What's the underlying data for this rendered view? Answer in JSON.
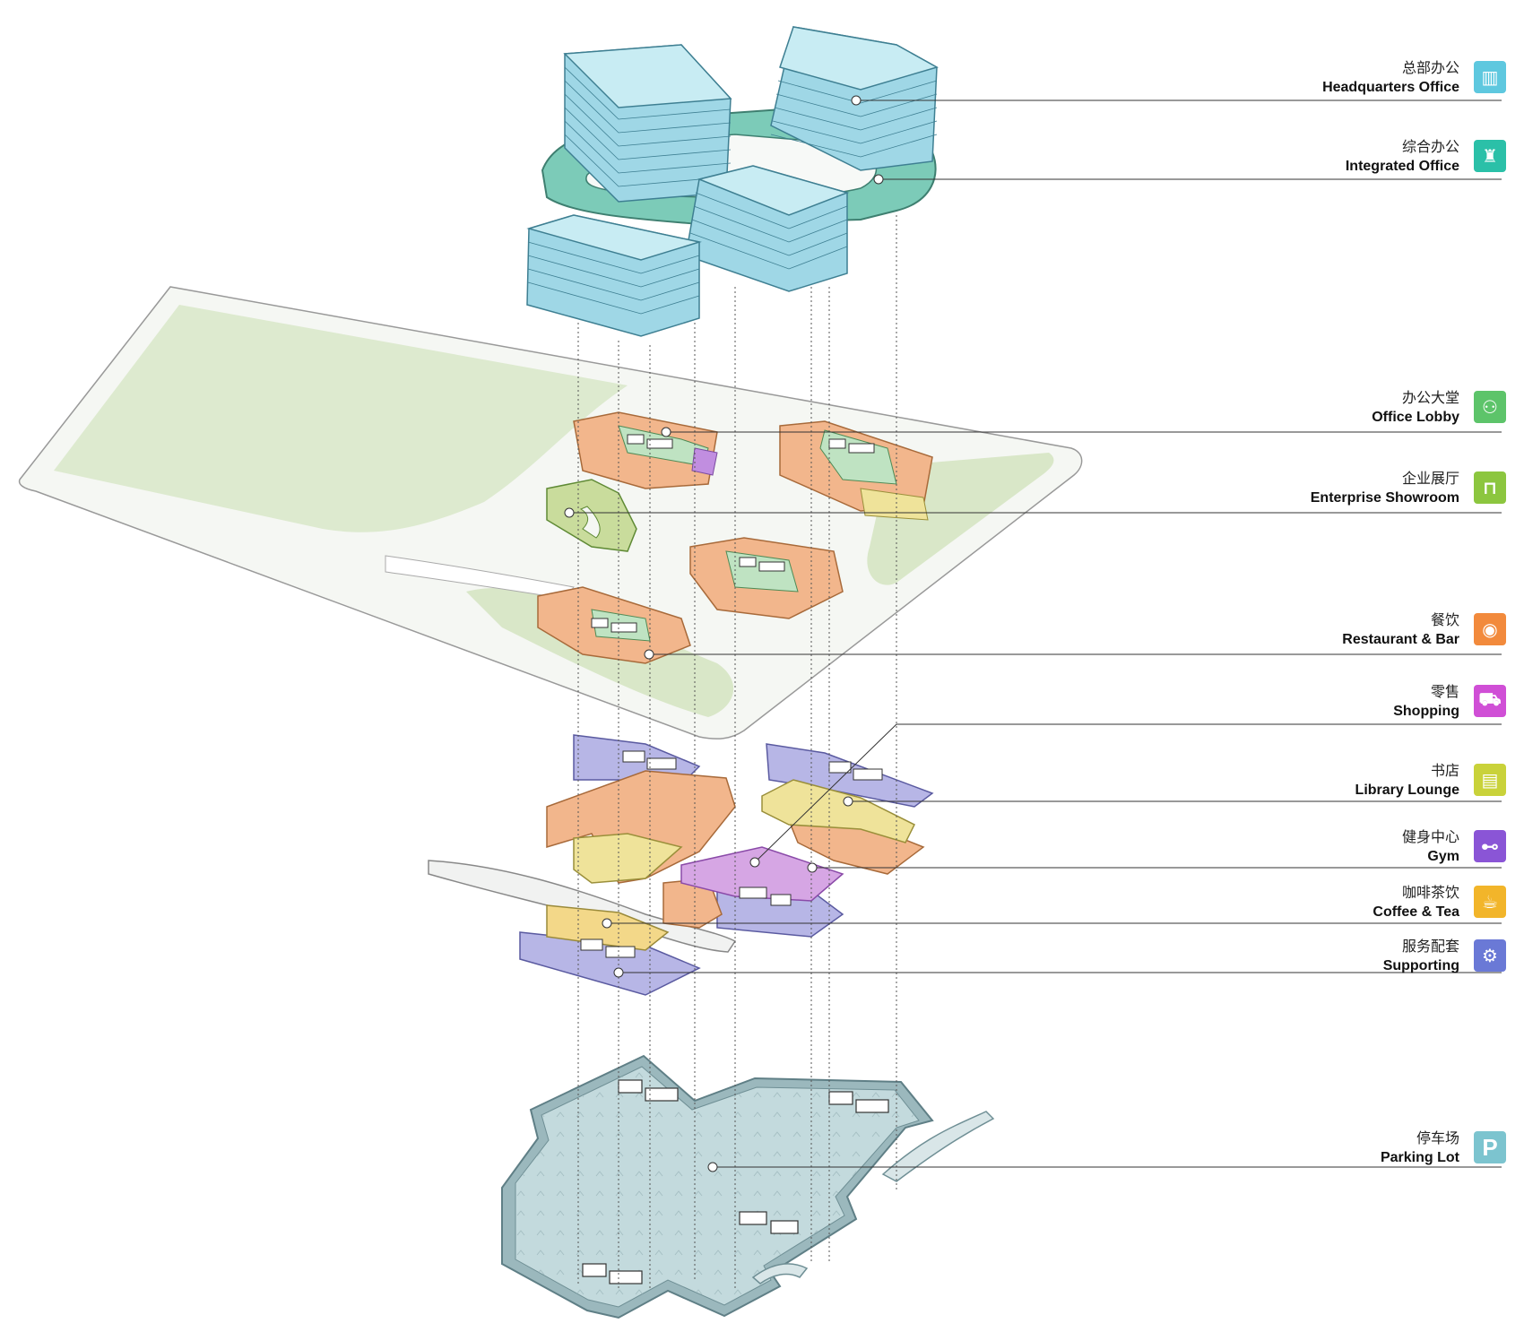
{
  "legend": [
    {
      "key": "hq",
      "zh": "总部办公",
      "en": "Headquarters Office",
      "color": "#5ec8df",
      "icon": "building-icon"
    },
    {
      "key": "integrated",
      "zh": "综合办公",
      "en": "Integrated Office",
      "color": "#2bc0a8",
      "icon": "chair-icon"
    },
    {
      "key": "lobby",
      "zh": "办公大堂",
      "en": "Office Lobby",
      "color": "#5dc46a",
      "icon": "people-icon"
    },
    {
      "key": "showroom",
      "zh": "企业展厅",
      "en": "Enterprise Showroom",
      "color": "#8cc63f",
      "icon": "showroom-frame-icon"
    },
    {
      "key": "restaurant",
      "zh": "餐饮",
      "en": "Restaurant & Bar",
      "color": "#f28a3c",
      "icon": "plate-icon"
    },
    {
      "key": "shopping",
      "zh": "零售",
      "en": "Shopping",
      "color": "#d04fd6",
      "icon": "cart-icon"
    },
    {
      "key": "library",
      "zh": "书店",
      "en": "Library Lounge",
      "color": "#c9d23a",
      "icon": "book-icon"
    },
    {
      "key": "gym",
      "zh": "健身中心",
      "en": "Gym",
      "color": "#8a55d6",
      "icon": "dumbbell-icon"
    },
    {
      "key": "coffee",
      "zh": "咖啡茶饮",
      "en": "Coffee & Tea",
      "color": "#f2b52a",
      "icon": "cup-icon"
    },
    {
      "key": "supporting",
      "zh": "服务配套",
      "en": "Supporting",
      "color": "#6a79d6",
      "icon": "gear-icon"
    },
    {
      "key": "parking",
      "zh": "停车场",
      "en": "Parking Lot",
      "color": "#7cc4cf",
      "icon": "parking-icon",
      "glyph": "P"
    }
  ],
  "colors": {
    "tower_glass": "#9fd7e6",
    "tower_edge": "#3e7f92",
    "podium": "#7ccbb8",
    "landscape": "#e6eedc",
    "landscape_green": "#c9dcae",
    "site_white": "#f7f8f6",
    "restaurant_fill": "#f2b68c",
    "supporting_fill": "#b7b6e6",
    "library_fill": "#efe39a",
    "gym_fill": "#d6a6e4",
    "lobby_fill": "#bfe3c2",
    "parking_fill": "#bcd6da",
    "parking_edge": "#6f8f95"
  }
}
